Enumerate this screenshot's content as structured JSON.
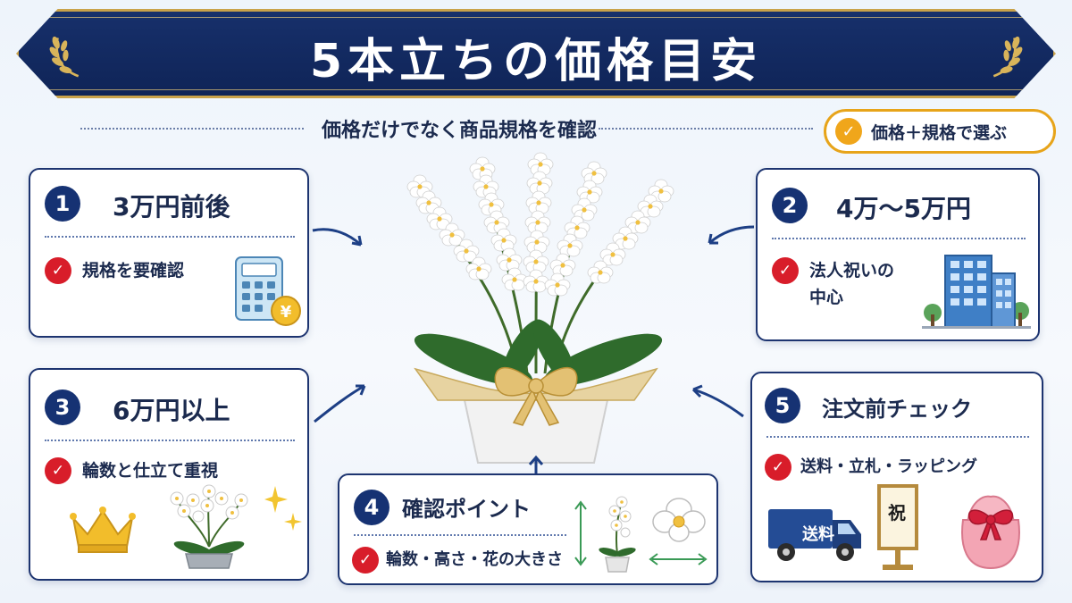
{
  "header": {
    "title": "5本立ちの価格目安"
  },
  "subtitle": "価格だけでなく商品規格を確認",
  "badge": {
    "label": "価格＋規格で選ぶ",
    "icon": "check-icon"
  },
  "cards": [
    {
      "number": "1",
      "title": "3万円前後",
      "checks": [
        "規格を要確認"
      ],
      "icon": "calculator-yen-icon"
    },
    {
      "number": "2",
      "title": "4万～5万円",
      "checks": [
        "法人祝いの",
        "中心"
      ],
      "icon": "office-building-icon"
    },
    {
      "number": "3",
      "title": "6万円以上",
      "checks": [
        "輪数と仕立て重視"
      ],
      "icons": [
        "crown-icon",
        "orchid-pot-icon",
        "sparkle-icon"
      ]
    },
    {
      "number": "4",
      "title": "確認ポイント",
      "checks": [
        "輪数・高さ・花の大きさ"
      ],
      "icons": [
        "height-arrow-icon",
        "orchid-pot-icon",
        "flower-width-icon"
      ]
    },
    {
      "number": "5",
      "title": "注文前チェック",
      "checks": [
        "送料・立札・ラッピング"
      ],
      "truck_label": "送料",
      "sign_label": "祝",
      "icons": [
        "delivery-truck-icon",
        "wooden-sign-icon",
        "gift-wrap-icon"
      ]
    }
  ],
  "colors": {
    "navy": "#163273",
    "gold": "#c9a24a",
    "check_red": "#d81d2a",
    "badge_orange": "#f0a61b"
  }
}
